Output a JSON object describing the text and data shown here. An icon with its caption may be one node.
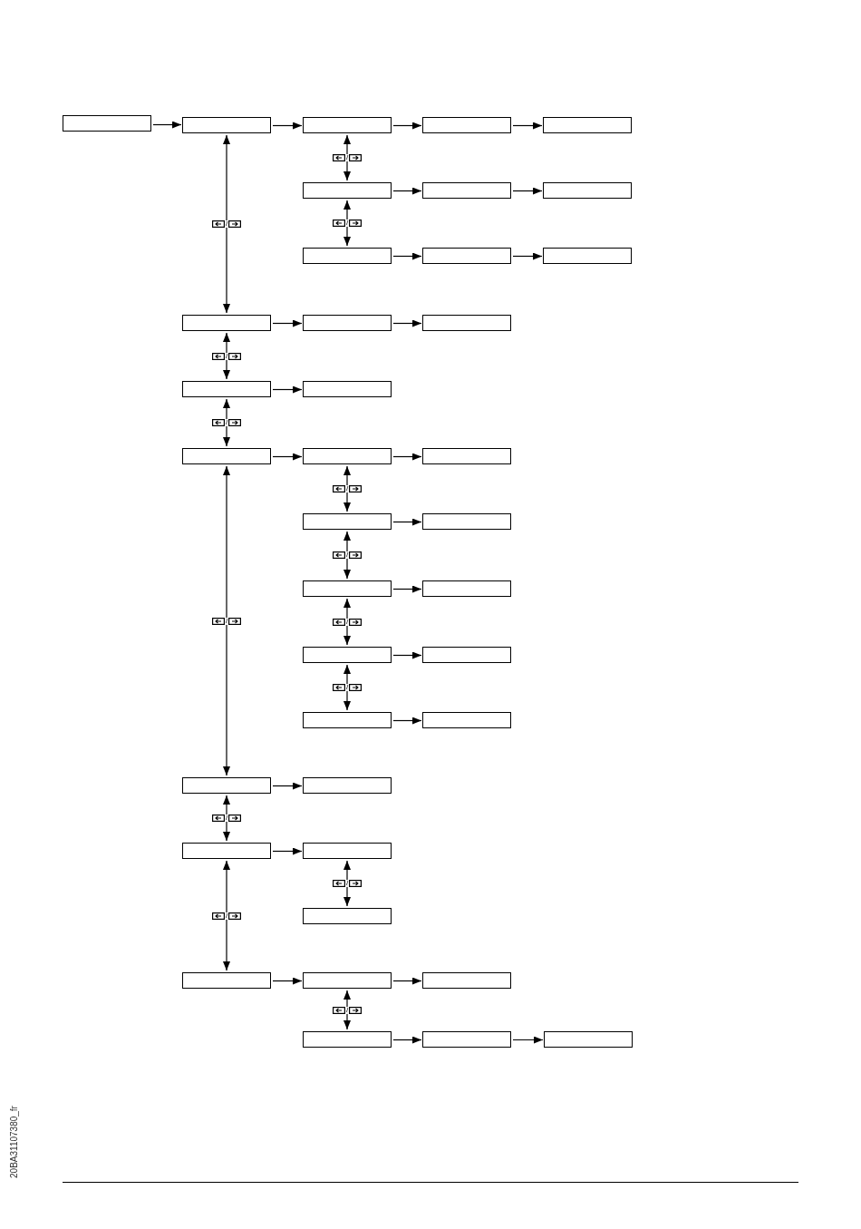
{
  "diagram": {
    "nodes": [
      {
        "text": [],
        "shape": "box"
      },
      {
        "text": [],
        "shape": "box"
      },
      {
        "text": [],
        "shape": "box"
      },
      {
        "text": [],
        "shape": "box"
      },
      {
        "text": [],
        "shape": "box"
      },
      {
        "text": [],
        "shape": "box"
      },
      {
        "text": [],
        "shape": "box"
      },
      {
        "text": [],
        "shape": "box"
      },
      {
        "text": [],
        "shape": "box"
      },
      {
        "text": [],
        "shape": "box"
      },
      {
        "text": [],
        "shape": "box"
      },
      {
        "text": [],
        "shape": "box"
      },
      {
        "text": [],
        "shape": "box"
      },
      {
        "text": [],
        "shape": "box"
      },
      {
        "text": [],
        "shape": "box"
      },
      {
        "text": [],
        "shape": "box"
      },
      {
        "text": [],
        "shape": "box"
      },
      {
        "text": [],
        "shape": "box"
      },
      {
        "text": [],
        "shape": "box"
      },
      {
        "text": [],
        "shape": "box"
      },
      {
        "text": [],
        "shape": "box"
      },
      {
        "text": [],
        "shape": "box"
      },
      {
        "text": [],
        "shape": "box"
      },
      {
        "text": [],
        "shape": "box"
      },
      {
        "text": [],
        "shape": "box"
      },
      {
        "text": [],
        "shape": "box"
      },
      {
        "text": [],
        "shape": "box"
      },
      {
        "text": [],
        "shape": "box"
      },
      {
        "text": [],
        "shape": "box"
      },
      {
        "text": [],
        "shape": "box"
      },
      {
        "text": [],
        "shape": "box"
      },
      {
        "text": [],
        "shape": "box"
      },
      {
        "text": [],
        "shape": "box"
      },
      {
        "text": [],
        "shape": "box"
      },
      {
        "text": [],
        "shape": "box"
      },
      {
        "text": [],
        "shape": "box"
      },
      {
        "text": [],
        "shape": "box"
      },
      {
        "text": [],
        "shape": "box"
      }
    ],
    "edges": [
      {
        "from": 0,
        "to": 1,
        "arrow": "to"
      },
      {
        "from": 1,
        "to": 2,
        "arrow": "to"
      },
      {
        "from": 2,
        "to": 3,
        "arrow": "to"
      },
      {
        "from": 3,
        "to": 4,
        "arrow": "to"
      },
      {
        "from": 2,
        "to": 5,
        "arrow": "both",
        "label": "/"
      },
      {
        "from": 5,
        "to": 6,
        "arrow": "to"
      },
      {
        "from": 6,
        "to": 7,
        "arrow": "to"
      },
      {
        "from": 5,
        "to": 8,
        "arrow": "both",
        "label": "/"
      },
      {
        "from": 8,
        "to": 9,
        "arrow": "to"
      },
      {
        "from": 9,
        "to": 10,
        "arrow": "to"
      },
      {
        "from": 1,
        "to": 11,
        "arrow": "both",
        "label": "/"
      },
      {
        "from": 11,
        "to": 12,
        "arrow": "to"
      },
      {
        "from": 12,
        "to": 13,
        "arrow": "to"
      },
      {
        "from": 11,
        "to": 14,
        "arrow": "both",
        "label": "/"
      },
      {
        "from": 14,
        "to": 15,
        "arrow": "to"
      },
      {
        "from": 14,
        "to": 16,
        "arrow": "both",
        "label": "/"
      },
      {
        "from": 16,
        "to": 17,
        "arrow": "to"
      },
      {
        "from": 17,
        "to": 18,
        "arrow": "to"
      },
      {
        "from": 17,
        "to": 19,
        "arrow": "both",
        "label": "/"
      },
      {
        "from": 19,
        "to": 20,
        "arrow": "to"
      },
      {
        "from": 19,
        "to": 21,
        "arrow": "both",
        "label": "/"
      },
      {
        "from": 21,
        "to": 22,
        "arrow": "to"
      },
      {
        "from": 21,
        "to": 23,
        "arrow": "both",
        "label": "/"
      },
      {
        "from": 23,
        "to": 24,
        "arrow": "to"
      },
      {
        "from": 23,
        "to": 25,
        "arrow": "both",
        "label": "/"
      },
      {
        "from": 25,
        "to": 26,
        "arrow": "to"
      },
      {
        "from": 16,
        "to": 27,
        "arrow": "both",
        "label": "/"
      },
      {
        "from": 27,
        "to": 28,
        "arrow": "to"
      },
      {
        "from": 27,
        "to": 29,
        "arrow": "both",
        "label": "/"
      },
      {
        "from": 29,
        "to": 30,
        "arrow": "to"
      },
      {
        "from": 30,
        "to": 31,
        "arrow": "both",
        "label": "/"
      },
      {
        "from": 29,
        "to": 32,
        "arrow": "both",
        "label": "/"
      },
      {
        "from": 32,
        "to": 33,
        "arrow": "to"
      },
      {
        "from": 33,
        "to": 34,
        "arrow": "to"
      },
      {
        "from": 33,
        "to": 35,
        "arrow": "both",
        "label": "/"
      },
      {
        "from": 35,
        "to": 36,
        "arrow": "to"
      },
      {
        "from": 36,
        "to": 37,
        "arrow": "to"
      }
    ],
    "labels": [
      "20BA31107380_fr"
    ]
  }
}
